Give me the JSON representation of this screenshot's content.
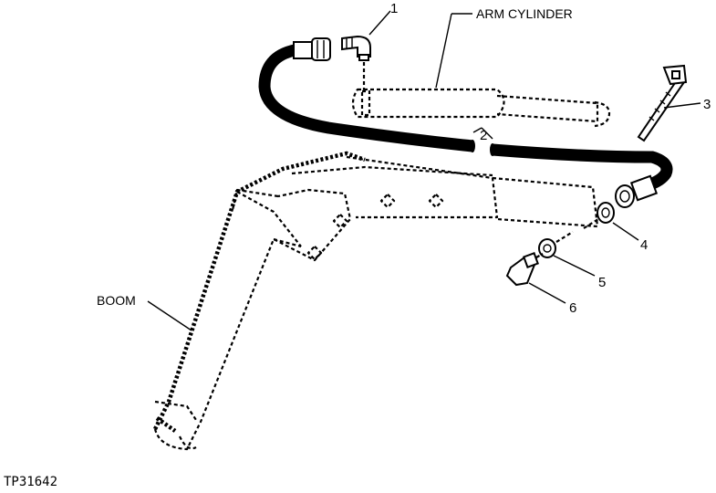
{
  "diagram": {
    "labels": {
      "arm_cylinder": "ARM CYLINDER",
      "boom": "BOOM",
      "figure_code": "TP31642"
    },
    "callouts": [
      "1",
      "2",
      "3",
      "4",
      "5",
      "6"
    ]
  }
}
